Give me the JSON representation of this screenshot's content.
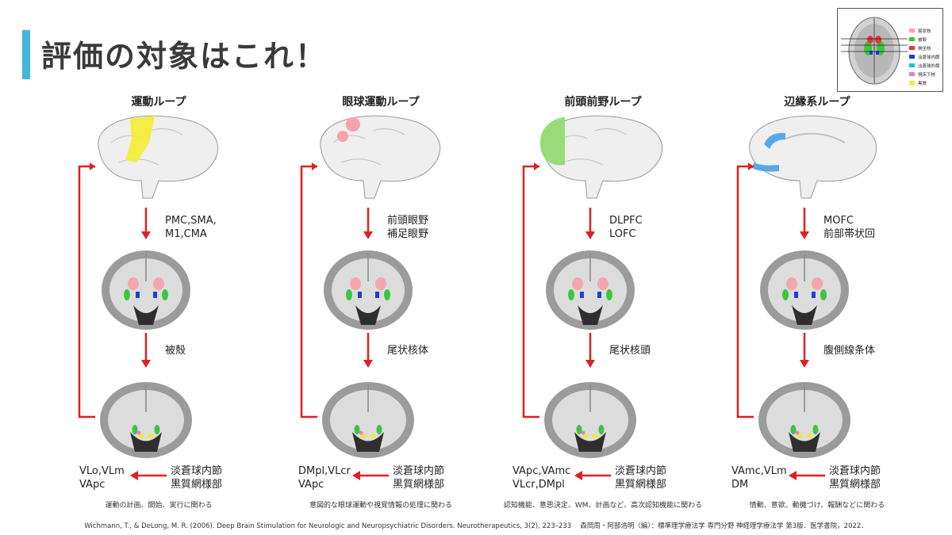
{
  "header": {
    "title": "評価の対象はこれ！"
  },
  "legend": {
    "items": [
      {
        "label": "尾状核",
        "color": "#f3a6ae"
      },
      {
        "label": "被殻",
        "color": "#3cc63c"
      },
      {
        "label": "側坐核",
        "color": "#e8343a"
      },
      {
        "label": "淡蒼球内節",
        "color": "#1e3fd6"
      },
      {
        "label": "淡蒼球外節",
        "color": "#19c0e8"
      },
      {
        "label": "視床下核",
        "color": "#e97bd4"
      },
      {
        "label": "黒質",
        "color": "#f2ea2a"
      }
    ]
  },
  "loops": [
    {
      "title": "運動ループ",
      "cortex_label_1": "PMC,SMA,",
      "cortex_label_2": "M1,CMA",
      "striatum_label": "被殻",
      "output_label_1": "淡蒼球内節",
      "output_label_2": "黒質網様部",
      "thalamus_label_1": "VLo,VLm",
      "thalamus_label_2": "VApc",
      "description": "運動の計画、開始、実行に関わる",
      "cortex_color": "#f4ec34"
    },
    {
      "title": "眼球運動ループ",
      "cortex_label_1": "前頭眼野",
      "cortex_label_2": "補足眼野",
      "striatum_label": "尾状核体",
      "output_label_1": "淡蒼球内節",
      "output_label_2": "黒質網様部",
      "thalamus_label_1": "DMpl,VLcr",
      "thalamus_label_2": "VApc",
      "description": "意図的な眼球運動や視覚情報の処理に関わる",
      "cortex_color": "#f4a3ac"
    },
    {
      "title": "前頭前野ループ",
      "cortex_label_1": "DLPFC",
      "cortex_label_2": "LOFC",
      "striatum_label": "尾状核頭",
      "output_label_1": "淡蒼球内節",
      "output_label_2": "黒質網様部",
      "thalamus_label_1": "VApc,VAmc",
      "thalamus_label_2": "VLcr,DMpl",
      "description": "認知機能、意思決定、WM、計画など、高次認知機能に関わる",
      "cortex_color": "#8fd96b"
    },
    {
      "title": "辺縁系ループ",
      "cortex_label_1": "MOFC",
      "cortex_label_2": "前部帯状回",
      "striatum_label": "腹側線条体",
      "output_label_1": "淡蒼球内節",
      "output_label_2": "黒質網様部",
      "thalamus_label_1": "VAmc,VLm",
      "thalamus_label_2": "DM",
      "description": "情動、意欲、動機づけ、報酬などに関わる",
      "cortex_color": "#5aa8e6"
    }
  ],
  "footer": {
    "citation": "Wichmann, T., & DeLong, M. R. (2006). Deep Brain Stimulation for Neurologic and Neuropsychiatric Disorders. Neurotherapeutics, 3(2), 223–233　 森岡周・阿部浩明（編）：標準理学療法学 専門分野 神経理学療法学 第3版．医学書院，2022．"
  }
}
